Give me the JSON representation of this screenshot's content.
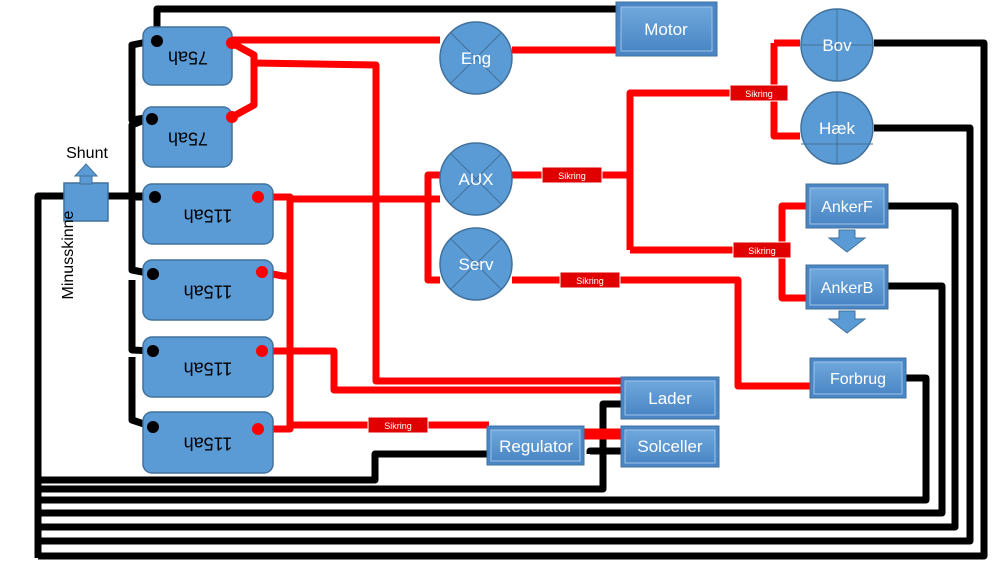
{
  "batteries": [
    {
      "id": "b75a",
      "label": "75ah"
    },
    {
      "id": "b75b",
      "label": "75ah"
    },
    {
      "id": "b115a",
      "label": "115ah"
    },
    {
      "id": "b115b",
      "label": "115ah"
    },
    {
      "id": "b115c",
      "label": "115ah"
    },
    {
      "id": "b115d",
      "label": "115ah"
    }
  ],
  "shunt": {
    "label": "Shunt"
  },
  "bus": {
    "label": "Minusskinne"
  },
  "circles": {
    "eng": "Eng",
    "aux": "AUX",
    "serv": "Serv",
    "bov": "Bov",
    "haek": "Hæk"
  },
  "boxes": {
    "motor": "Motor",
    "ankerf": "AnkerF",
    "ankerb": "AnkerB",
    "forbrug": "Forbrug",
    "lader": "Lader",
    "regulator": "Regulator",
    "solceller": "Solceller"
  },
  "fuses": {
    "aux": "Sikring",
    "bovhaek": "Sikring",
    "anker": "Sikring",
    "serv": "Sikring",
    "regulator": "Sikring"
  },
  "colors": {
    "positive": "#ff0000",
    "negative": "#000000",
    "component_fill": "#5b9bd5",
    "component_stroke": "#41719c",
    "fuse_fill": "#e00000"
  }
}
